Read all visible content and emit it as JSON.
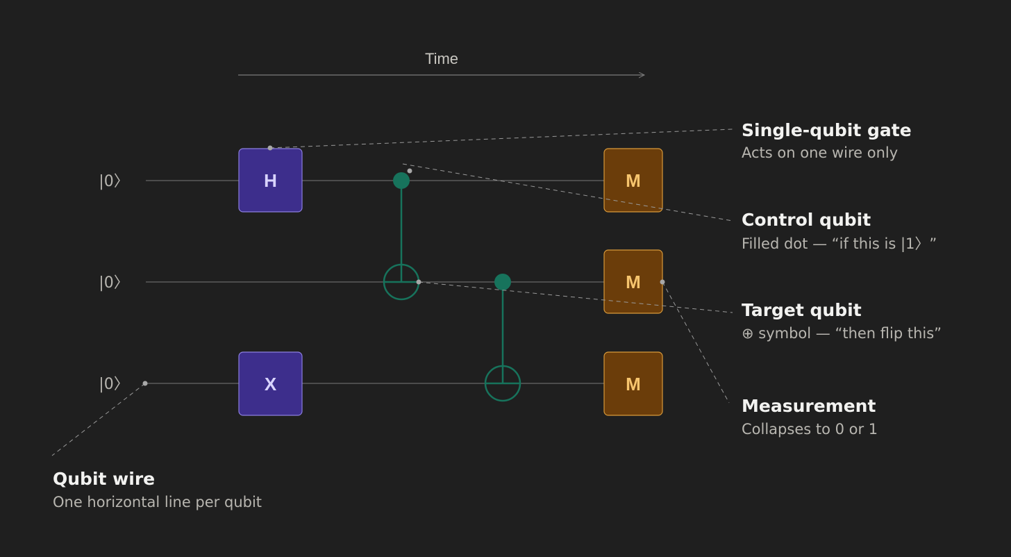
{
  "axis": {
    "time_label": "Time"
  },
  "qubits": [
    {
      "state_label": "|0〉"
    },
    {
      "state_label": "|0〉"
    },
    {
      "state_label": "|0〉"
    }
  ],
  "gates": {
    "hadamard": "H",
    "pauli_x": "X",
    "measure": "M"
  },
  "callouts": {
    "single_qubit_gate": {
      "title": "Single-qubit gate",
      "subtitle": "Acts on one wire only"
    },
    "control_qubit": {
      "title": "Control qubit",
      "subtitle": "Filled dot — “if this is |1〉”"
    },
    "target_qubit": {
      "title": "Target qubit",
      "subtitle": "⊕ symbol — “then flip this”"
    },
    "measurement": {
      "title": "Measurement",
      "subtitle": "Collapses to 0 or 1"
    },
    "qubit_wire": {
      "title": "Qubit wire",
      "subtitle": "One horizontal line per qubit"
    }
  },
  "colors": {
    "background": "#1f1f1f",
    "wire": "#5b5b5b",
    "gate_fill": "#3d2e8c",
    "gate_border": "#8c7fe0",
    "gate_text": "#d9d4ff",
    "cnot": "#17735c",
    "measure_fill": "#6b3d0a",
    "measure_border": "#d99a3a",
    "measure_text": "#f7c56e",
    "leader_line": "#9a9a9a"
  }
}
